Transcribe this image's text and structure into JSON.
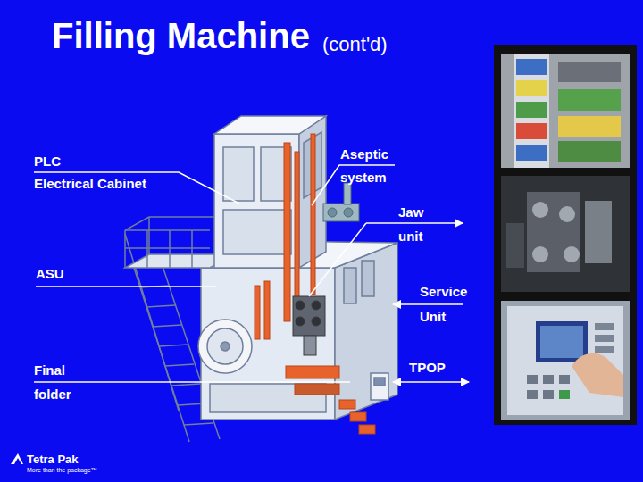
{
  "diagram": {
    "title": "Filling Machine",
    "labels": [
      "(cont'd)",
      "PLC",
      "Electrical Cabinet",
      "Aseptic",
      "system",
      "Jaw",
      "unit",
      "ASU",
      "Service",
      "Unit",
      "Final",
      "folder",
      "TPOP",
      "Tetra Pak",
      "More than the package™"
    ]
  }
}
